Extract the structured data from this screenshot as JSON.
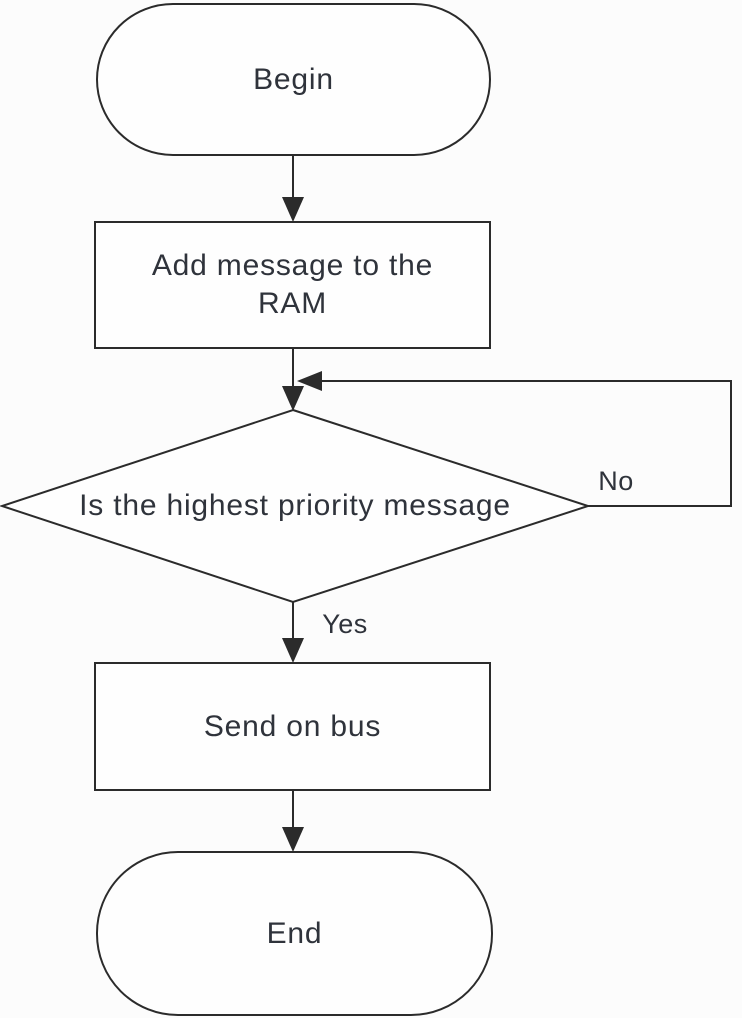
{
  "colors": {
    "line": "#2b2b2b",
    "text": "#2f333b",
    "background": "#fcfcfc"
  },
  "nodes": {
    "begin": {
      "type": "terminator",
      "label": "Begin"
    },
    "add_message": {
      "type": "process",
      "line1": "Add message to the",
      "line2": "RAM"
    },
    "decision": {
      "type": "decision",
      "label": "Is the highest priority message"
    },
    "send_on_bus": {
      "type": "process",
      "label": "Send on bus"
    },
    "end": {
      "type": "terminator",
      "label": "End"
    }
  },
  "edge_labels": {
    "no": "No",
    "yes": "Yes"
  }
}
